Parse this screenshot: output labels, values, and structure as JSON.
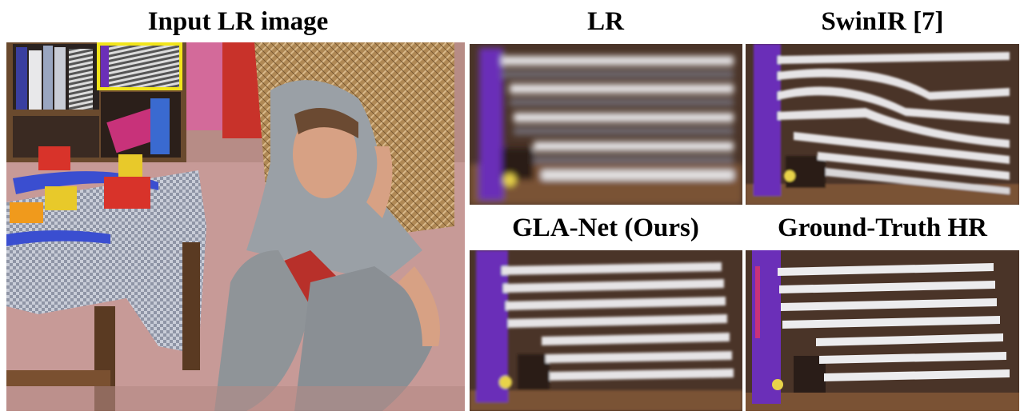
{
  "captions": {
    "input": "Input LR image",
    "lr": "LR",
    "swinir": "SwinIR [7]",
    "glanet": "GLA-Net (Ours)",
    "gt": "Ground-Truth HR"
  },
  "colors": {
    "highlight": "#f2e51b",
    "book_purple": "#6b2fb8",
    "shelf_brown": "#5a3a22"
  }
}
